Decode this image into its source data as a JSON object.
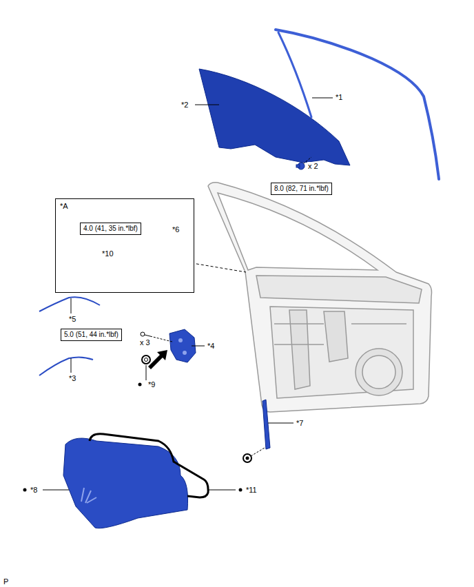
{
  "diagram": {
    "nodes": [
      {
        "text": [
          "8.0 (82, 71 in.*lbf)"
        ]
      },
      {
        "text": [
          "*A"
        ]
      },
      {
        "text": [
          "4.0 (41, 35 in.*lbf)"
        ],
        "in": 1
      },
      {
        "text": [
          "5.0 (51, 44 in.*lbf)"
        ]
      }
    ],
    "labels": [
      "*1",
      "*2",
      "x 2",
      "*6",
      "*10",
      "*5",
      "x 3",
      "*4",
      "*3",
      "*9",
      "*7",
      "*8",
      "*11",
      "P"
    ]
  }
}
